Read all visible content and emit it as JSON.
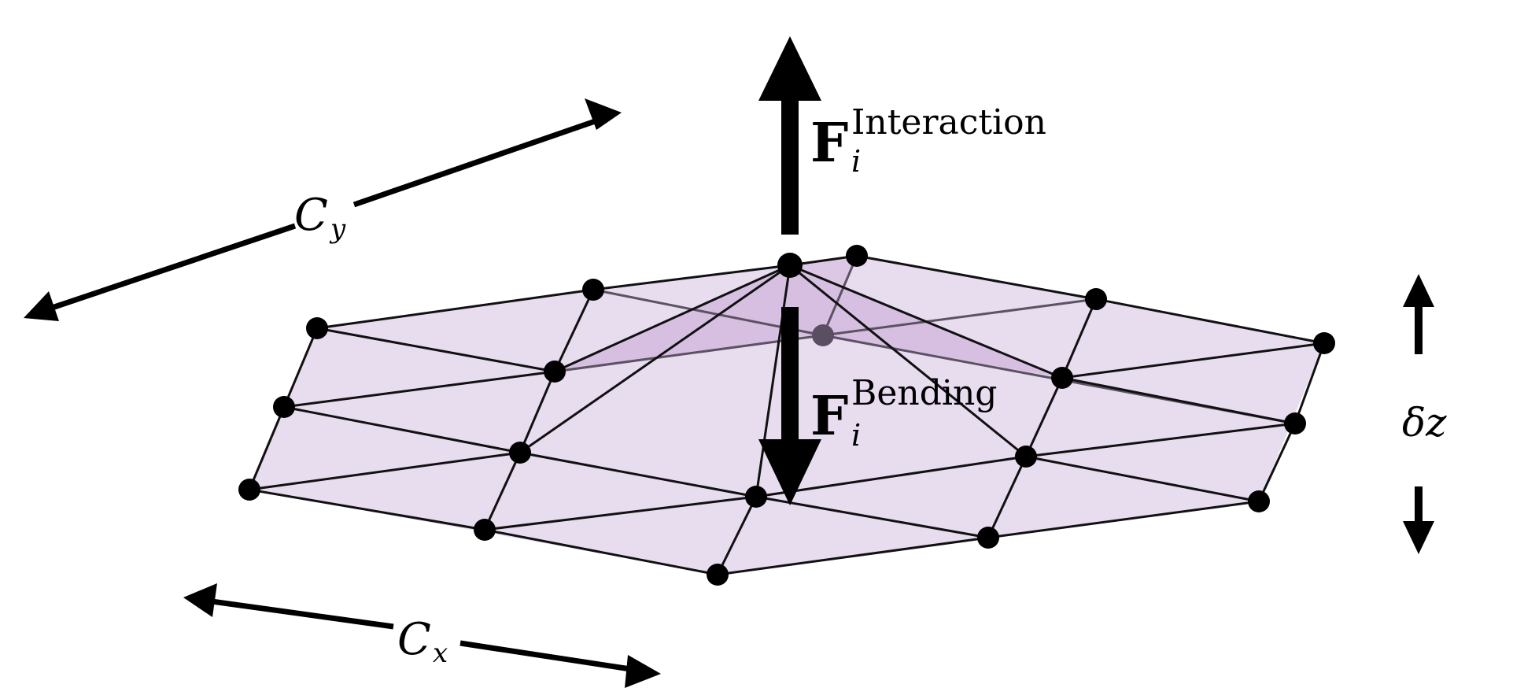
{
  "labels": {
    "cy_symbol": "C",
    "cy_sub": "y",
    "cx_symbol": "C",
    "cx_sub": "x",
    "dz": "δz",
    "f_interaction_symbol": "F",
    "f_interaction_sub": "i",
    "f_interaction_sup": "Interaction",
    "f_bending_symbol": "F",
    "f_bending_sub": "i",
    "f_bending_sup": "Bending"
  },
  "colors": {
    "mesh_fill": "#e8dcef",
    "mesh_highlight": "#d7bfe1",
    "edges": "#111111",
    "nodes": "#000000"
  }
}
